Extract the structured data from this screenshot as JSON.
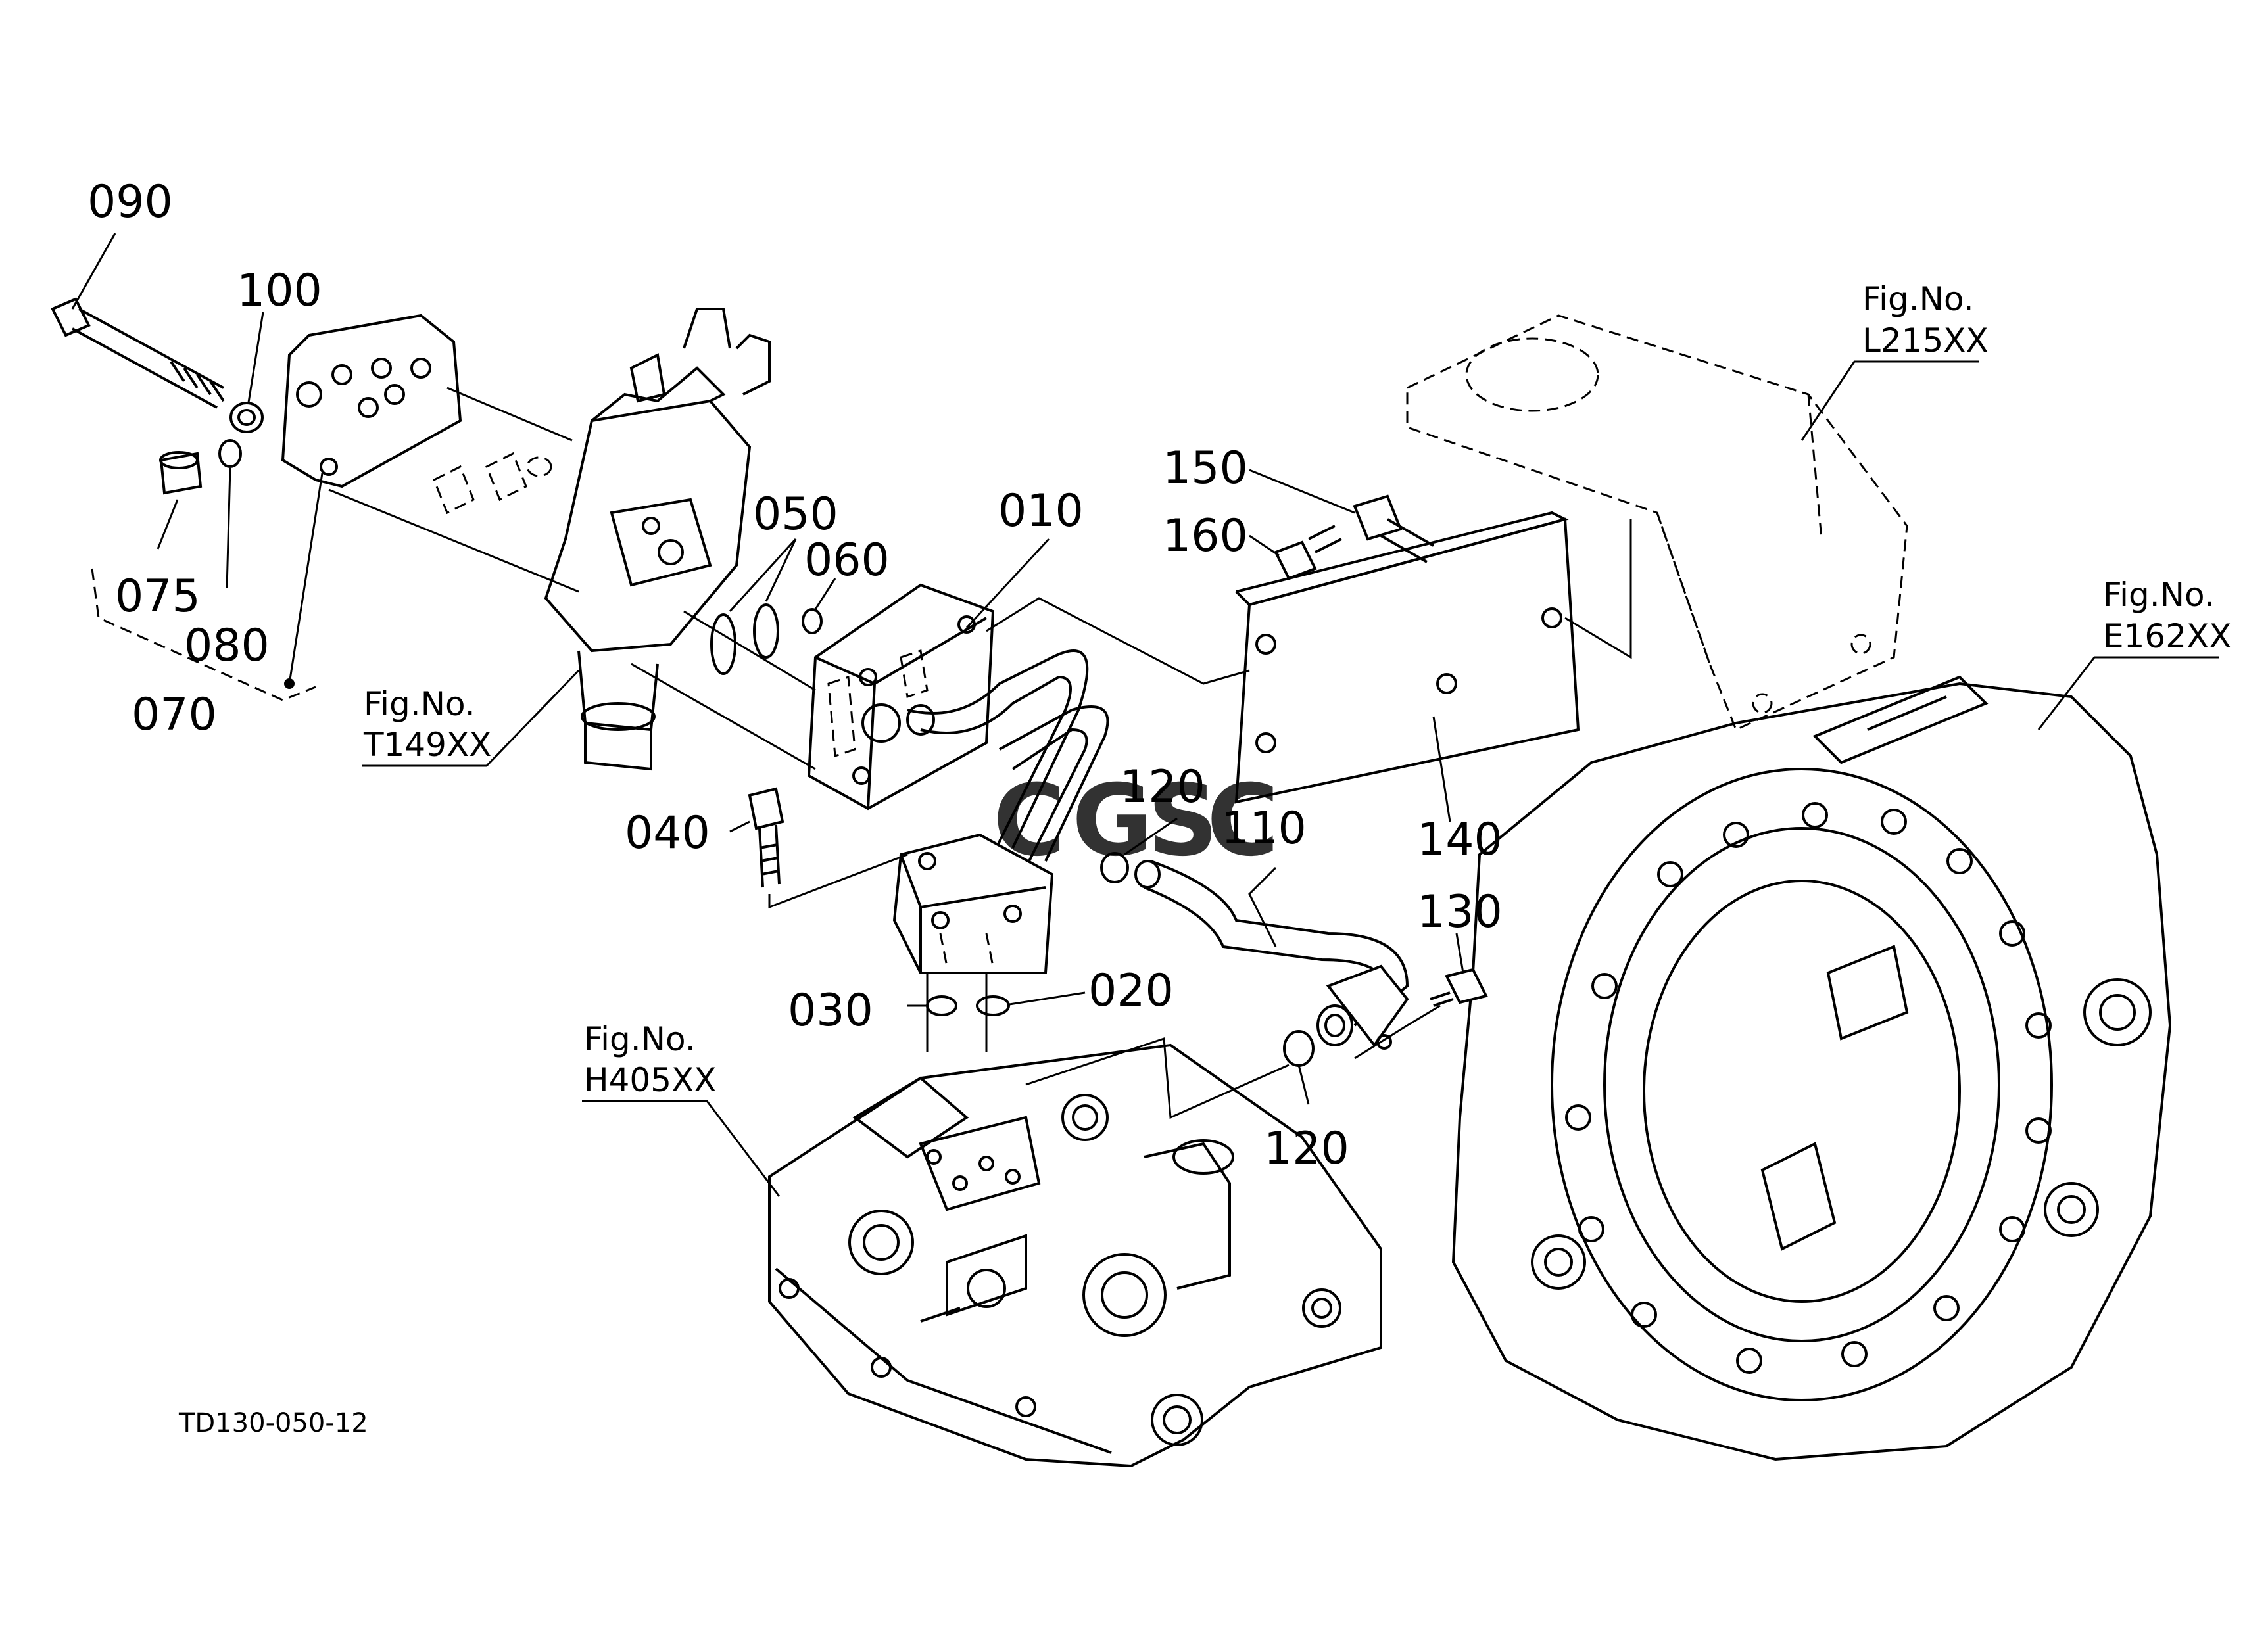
{
  "diagram_code": "TD130-050-12",
  "watermark": {
    "letters": [
      "C",
      "G",
      "S",
      "C"
    ],
    "colors": [
      "#4a86e8",
      "#e8645a",
      "#f4c542",
      "#3faa6b"
    ]
  },
  "parts": {
    "p010": "010",
    "p020": "020",
    "p030": "030",
    "p040": "040",
    "p050": "050",
    "p060": "060",
    "p070": "070",
    "p075": "075",
    "p080": "080",
    "p090": "090",
    "p100": "100",
    "p110": "110",
    "p120a": "120",
    "p120b": "120",
    "p130": "130",
    "p140": "140",
    "p150": "150",
    "p160": "160"
  },
  "figure_refs": {
    "t149": {
      "label": "Fig.No.",
      "number": "T149XX"
    },
    "h405": {
      "label": "Fig.No.",
      "number": "H405XX"
    },
    "l215": {
      "label": "Fig.No.",
      "number": "L215XX"
    },
    "e162": {
      "label": "Fig.No.",
      "number": "E162XX"
    }
  }
}
